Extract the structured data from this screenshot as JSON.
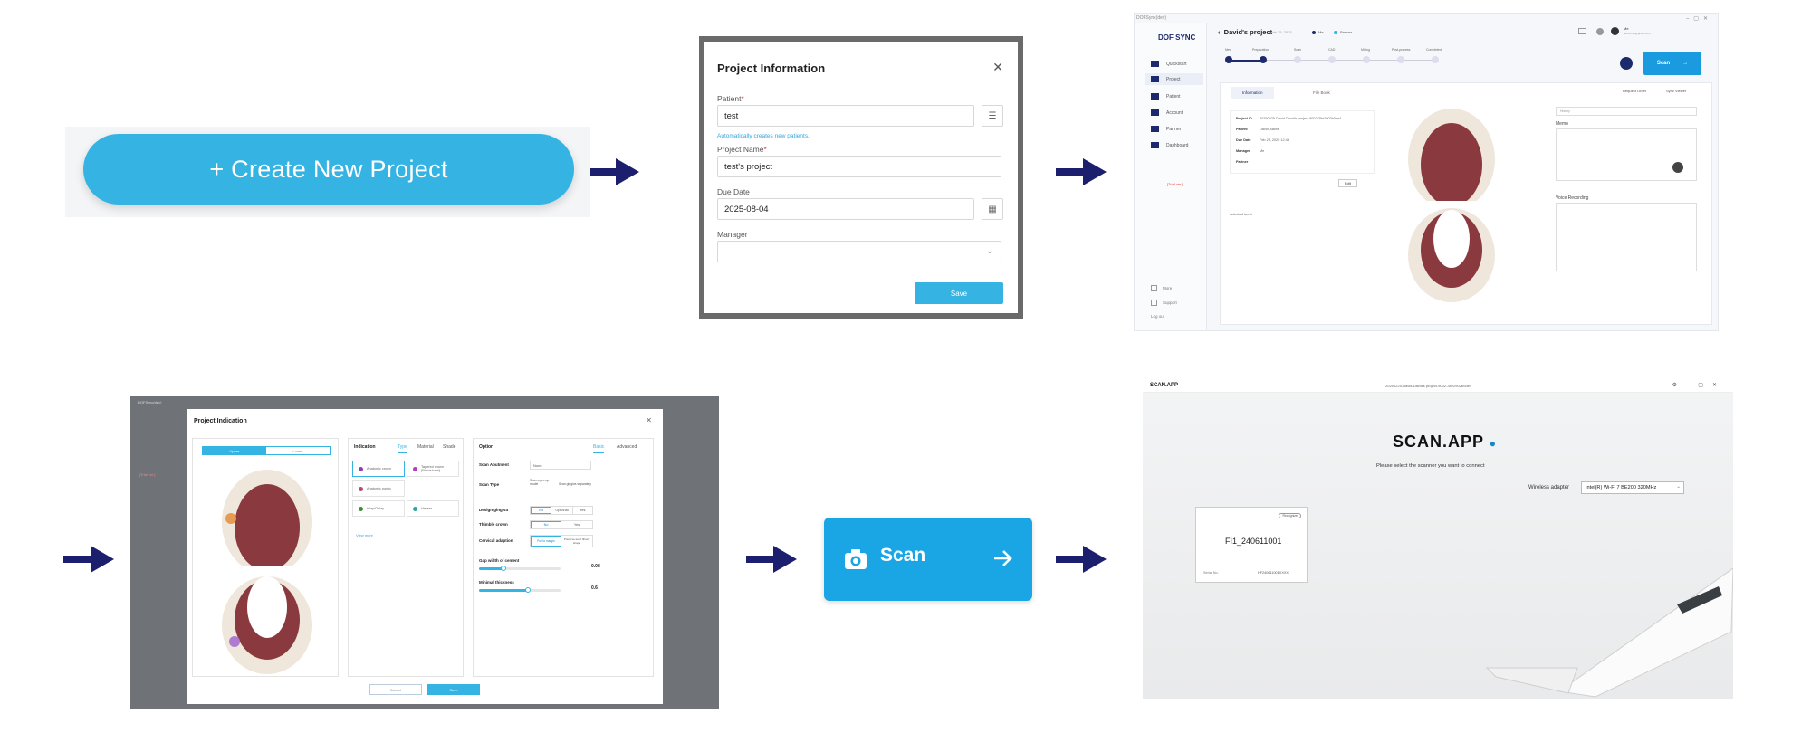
{
  "step1": {
    "create_button": "+ Create New Project"
  },
  "step2": {
    "title": "Project Information",
    "patient_label": "Patient",
    "patient_value": "test",
    "patient_hint": "Automatically creates new patients.",
    "project_name_label": "Project Name",
    "project_name_value": "test's project",
    "due_date_label": "Due Date",
    "due_date_value": "2025-08-04",
    "manager_label": "Manager",
    "save_label": "Save"
  },
  "step3": {
    "window_title": "DOFSync(dev)",
    "logo": "DOF SYNC",
    "nav": [
      "Quickstart",
      "Project",
      "Patient",
      "Account",
      "Partner",
      "Dashboard"
    ],
    "bottom_nav": [
      "More",
      "Support",
      "Log out"
    ],
    "red_text": "[Trial ver.]",
    "project_title": "David's project",
    "project_date": "Feb 25, 2025",
    "tag_me": "Me",
    "tag_partner": "Partner",
    "steps": [
      "New",
      "Preparation",
      "Scan",
      "CAD",
      "Milling",
      "Post-process",
      "Completed"
    ],
    "scan_label": "Scan",
    "tabs": [
      "Information",
      "File Book"
    ],
    "request_order": "Request Order",
    "sync_viewer": "Sync Viewer",
    "info_rows": [
      {
        "k": "Project ID",
        "v": "20250225-David-David's project-9002-36e2902b0de4"
      },
      {
        "k": "Patient",
        "v": "David, Name"
      },
      {
        "k": "Due Date",
        "v": "Feb 25, 2025 12:46"
      },
      {
        "k": "Manager",
        "v": "Me"
      },
      {
        "k": "Partner",
        "v": "-"
      }
    ],
    "edit_label": "Edit",
    "selected_teeth": "selected teeth",
    "history_label": "History",
    "memo_label": "Memo",
    "voice_label": "Voice Recording",
    "user": "Me",
    "user_email": "dev.us.01@gmail.com"
  },
  "step4": {
    "title": "Project Indication",
    "toggle": [
      "Upper",
      "Lower"
    ],
    "indication_label": "Indication",
    "tabs": [
      "Type",
      "Material",
      "Shade"
    ],
    "chips": [
      {
        "label": "Anatomic crown",
        "color": "#8e3fb5"
      },
      {
        "label": "Tapered crown (Provisional)",
        "color": "#b43cc4"
      },
      {
        "label": "Anatomic pontic",
        "color": "#c2457a"
      },
      {
        "label": "Inlay/Onlay",
        "color": "#3a8f3a"
      },
      {
        "label": "Veneer",
        "color": "#29a7a0"
      }
    ],
    "view_more": "View more",
    "option_label": "Option",
    "option_tabs": [
      "Basic",
      "Advanced"
    ],
    "scan_abutment_label": "Scan Abutment",
    "scan_abutment_value": "None",
    "scan_type_label": "Scan Type",
    "scan_type_opts": [
      "Scan a pre-op model",
      "Scan gingiva separately"
    ],
    "design_gingiva_label": "Design gingiva",
    "design_gingiva_opts": [
      "No",
      "Optional",
      "Yes"
    ],
    "thimble_label": "Thimble crown",
    "thimble_opts": [
      "No",
      "Yes"
    ],
    "cervical_label": "Cervical adaption",
    "cervical_opts": [
      "Pull to margin",
      "Preserve tooth library shape"
    ],
    "gap_label": "Gap width of cement",
    "gap_value": "0.08",
    "gap_fraction": 0.3,
    "min_label": "Minimal thickness",
    "min_value": "0.6",
    "min_fraction": 0.6,
    "cancel_label": "Cancel",
    "save_label": "Save"
  },
  "step5": {
    "scan_label": "Scan"
  },
  "step6": {
    "logo": "SCAN.APP",
    "path": "20250225-David-David's project-9002-36e2902b0de4",
    "brand": "SCAN.APP",
    "subtitle": "Please select the scanner you want to connect",
    "adapter_label": "Wireless adapter",
    "adapter_value": "Intel(R) Wi-Fi 7 BE200 320MHz",
    "badge": "Recognize",
    "scanner_name": "FI1_240611001",
    "serial_label": "Serial No.",
    "serial_value": "HF240611001XXXX"
  },
  "colors": {
    "accent": "#35b4e4",
    "navy": "#1d2a6b",
    "arrow": "#1b1f6e"
  }
}
